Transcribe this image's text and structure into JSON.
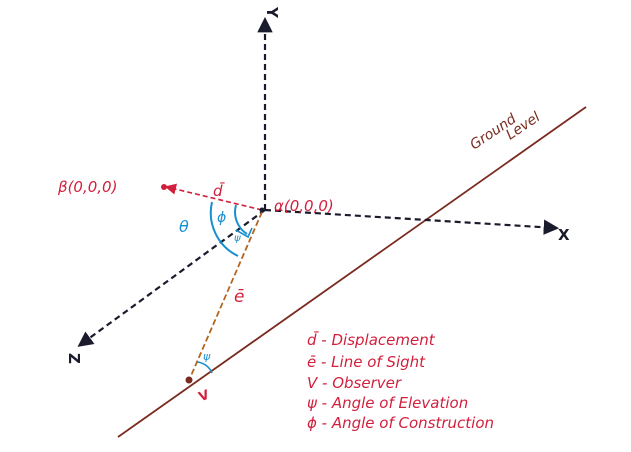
{
  "axes": {
    "y_label": "Y",
    "x_label": "X",
    "z_label": "Z"
  },
  "points": {
    "alpha": "α(0,0,0)",
    "beta": "β(0,0,0)",
    "observer": "V"
  },
  "vectors": {
    "displacement": "d̄",
    "line_of_sight": "ē"
  },
  "angles": {
    "theta": "θ",
    "phi": "ϕ",
    "psi_top": "ψ",
    "psi_bottom": "ψ"
  },
  "ground": {
    "line1": "Ground",
    "line2": "Level"
  },
  "legend": [
    "d̄ - Displacement",
    "ē - Line of Sight",
    "V - Observer",
    "ψ - Angle of Elevation",
    "ϕ - Angle of Construction"
  ],
  "colors": {
    "axes": "#1b1b2e",
    "displacement": "#d21f3c",
    "line_of_sight": "#b5651d",
    "angles": "#1a8fd0",
    "ground": "#7a2a1e",
    "legend": "#d21f3c"
  }
}
